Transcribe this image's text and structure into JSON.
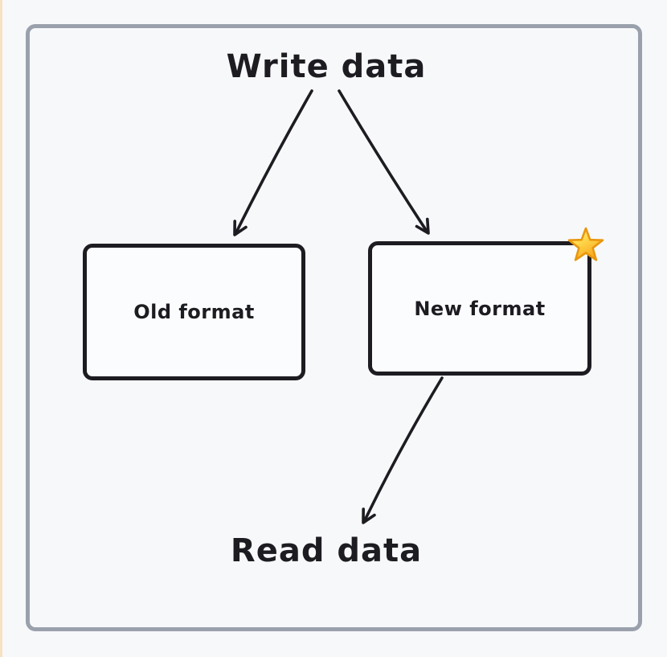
{
  "colors": {
    "page-bg": "#f7f8fa",
    "edge-strip": "#f6e2c1",
    "frame-border": "#9aa1ac",
    "ink": "#1c1c21",
    "node-fill": "#fbfcfd",
    "star-gold-light": "#fff3b0",
    "star-gold-dark": "#f9a71b",
    "star-outline": "#e8970e"
  },
  "diagram": {
    "title": "Write data",
    "footer_label": "Read data",
    "nodes": [
      {
        "label": "Old format"
      },
      {
        "label": "New format",
        "badge_icon": "star-icon"
      }
    ],
    "edges": [
      {
        "from": "Write data",
        "to": "Old format"
      },
      {
        "from": "Write data",
        "to": "New format"
      },
      {
        "from": "New format",
        "to": "Read data"
      }
    ]
  }
}
